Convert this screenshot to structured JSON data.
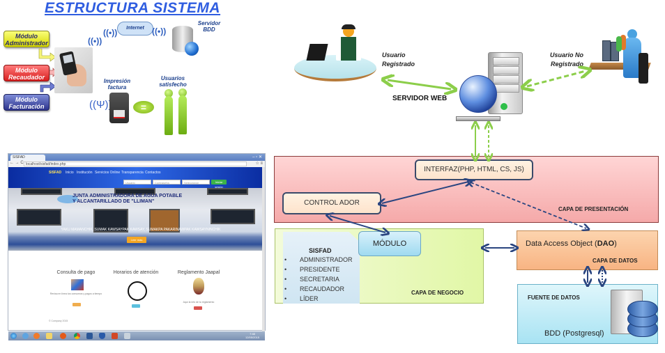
{
  "left_panel": {
    "title": "ESTRUCTURA SISTEMA",
    "modules": [
      {
        "line1": "Módulo",
        "line2": "Administrador"
      },
      {
        "line1": "Módulo",
        "line2": "Recaudador"
      },
      {
        "line1": "Módulo",
        "line2": "Facturación"
      }
    ],
    "internet_label": "Internet",
    "server_bdd_label": [
      "Servidor",
      "BDD"
    ],
    "print_label": [
      "Impresión",
      "factura"
    ],
    "users_label": [
      "Usuarios",
      "satisfecho"
    ],
    "equals_symbol": "="
  },
  "browser": {
    "tab_title": "SISFAD",
    "address": "localhost/sisfad/index.php",
    "nav_links": [
      "SISFAD",
      "Inicio",
      "Institución",
      "Servicios Online",
      "Transparencia",
      "Contactos"
    ],
    "search_placeholders": [
      "Usuario",
      "Contraseña",
      "Seleccionar"
    ],
    "login_button": "Iniciar sesión",
    "hero_sign": [
      "JUNTA ADMINISTRADORA DE AGUA POTABLE",
      "Y ALCANTARILLADO DE \"LLIMAN\""
    ],
    "hero_caption": "YAKU MAMANCHIK, SUMAK KAWSAYPAK KAWSAY, SUMAKPA PAKARINAWPAK KAWSAYNINCHIK",
    "hero_button": "Leer más",
    "features": [
      {
        "title": "Consulta de pago",
        "text": "Revisa en línea tus consumos y pagos a tiempo",
        "button": "Pagar",
        "color": "#f0ad4e"
      },
      {
        "title": "Horarios de atención",
        "text": "",
        "button": "Ver",
        "color": "#5bc0de"
      },
      {
        "title": "Reglamento Jaapal",
        "text": "Aquí la info de tu reglamento",
        "button": "Visitar",
        "color": "#d9534f"
      }
    ],
    "footer": "© Company 2015",
    "clock_time": "7:48",
    "clock_date": "12/05/2015"
  },
  "architecture": {
    "registered_user": [
      "Usuario",
      "Registrado"
    ],
    "unregistered_user": [
      "Usuario No",
      "Registrado"
    ],
    "web_server": "SERVIDOR WEB",
    "interfaz": "INTERFAZ(PHP, HTML,  CS, JS)",
    "controlador": "CONTROL ADOR",
    "presentation_layer": "CAPA DE PRESENTACIÓN",
    "modulo": "MÓDULO",
    "sisfad": {
      "title": "SISFAD",
      "roles": [
        "ADMINISTRADOR",
        "PRESIDENTE",
        "SECRETARIA",
        "RECAUDADOR",
        "LÍDER"
      ]
    },
    "business_layer": "CAPA DE NEGOCIO",
    "dao_prefix": "Data Access Object (",
    "dao_bold": "DAO",
    "dao_suffix": ")",
    "data_layer": "CAPA DE DATOS",
    "data_source": "FUENTE  DE DATOS",
    "bdd": "BDD (Postgresql)"
  },
  "colors": {
    "title_blue": "#2f5de0",
    "green_arrow": "#8cce4a",
    "navy_arrow": "#2a4580",
    "presentation_fill": "#f8b8b8",
    "business_fill": "#e6f8b4",
    "data_fill": "#f9c294",
    "source_fill": "#bfeaf6"
  }
}
